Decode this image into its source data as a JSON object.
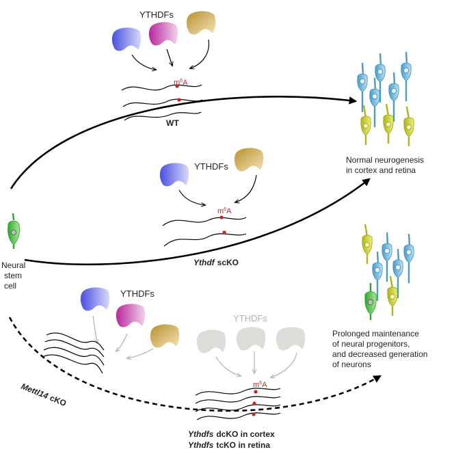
{
  "labels": {
    "ythdfs_top": "YTHDFs",
    "m6a_top": "A",
    "wt": "WT",
    "ythdfs_mid": "YTHDFs",
    "m6a_mid": "A",
    "scko_gene": "Ythdf",
    "scko_suffix": "scKO",
    "stem_line1": "Neural",
    "stem_line2": "stem",
    "stem_line3": "cell",
    "outcome_normal_line1": "Normal neurogenesis",
    "outcome_normal_line2": "in cortex and retina",
    "ythdfs_lower_left": "YTHDFs",
    "mettl_gene": "Mettl14",
    "mettl_suffix": "cKO",
    "ythdfs_lower_grey": "YTHDFs",
    "m6a_bottom": "A",
    "dcko_gene": "Ythdfs",
    "dcko_suffix": "dcKO in cortex",
    "tcko_gene": "Ythdfs",
    "tcko_suffix": "tcKO in retina",
    "outcome_prolonged_line1": "Prolonged maintenance",
    "outcome_prolonged_line2": "of neural progenitors,",
    "outcome_prolonged_line3": "and decreased generation",
    "outcome_prolonged_line4": "of neurons",
    "m6a_superscript": "6",
    "m6a_prefix": "m"
  },
  "colors": {
    "ythdf_blue": "#5a5fe0",
    "ythdf_magenta": "#c43aa8",
    "ythdf_gold": "#c9a23e",
    "ythdf_grey": "#dcdcd8",
    "m6a_red": "#c0281e",
    "neuron_cyan": "#6fb6d8",
    "neuron_yellow": "#c8cc2e",
    "neuron_green": "#4cc04a"
  }
}
